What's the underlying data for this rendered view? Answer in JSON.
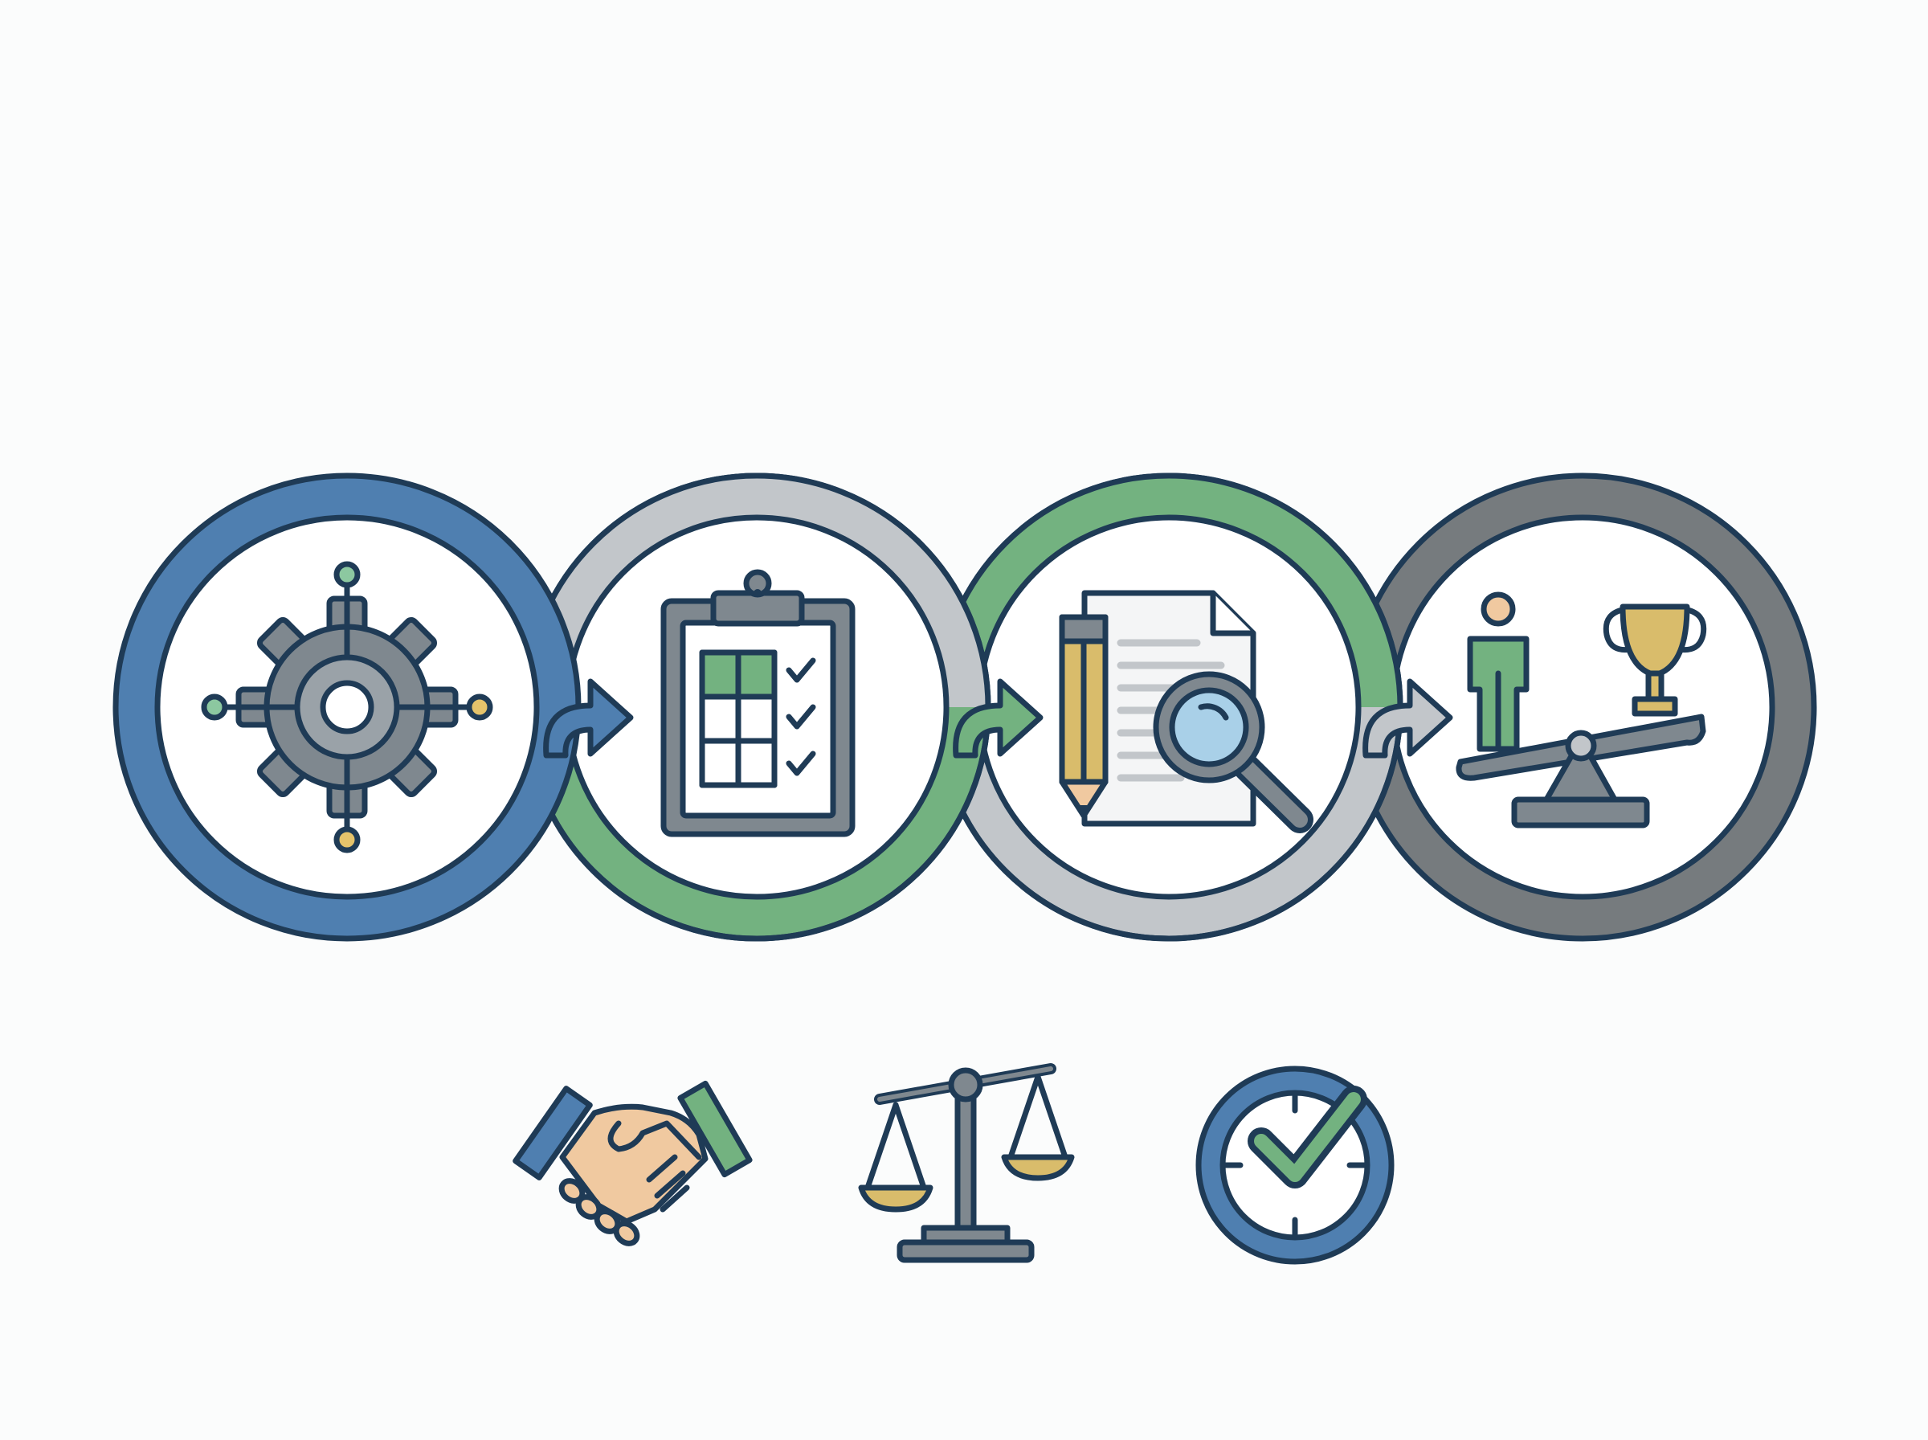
{
  "colors": {
    "background": "#fbfcfc",
    "outline": "#1f3b56",
    "blue": "#4f7fb0",
    "green": "#73b280",
    "silver": "#c2c6ca",
    "gray": "#767b7e",
    "gear": "#7f888f",
    "gold": "#d9bc6b",
    "skin": "#f0c9a0",
    "paper": "#f4f5f6",
    "lens": "#a9d0e8",
    "yellow_dot": "#e5c36b",
    "green_dot": "#8cc8a0"
  },
  "process_steps": [
    {
      "icon": "gear-network-icon",
      "ring_color": "blue",
      "arc_color": "green"
    },
    {
      "icon": "clipboard-checklist-icon",
      "ring_color": "silver",
      "arc_color": "green"
    },
    {
      "icon": "document-review-icon",
      "ring_color": "green",
      "arc_color": "silver"
    },
    {
      "icon": "person-trophy-balance-icon",
      "ring_color": "gray",
      "arc_color": "gray"
    }
  ],
  "connectors": [
    "arrow-right-icon",
    "arrow-right-icon",
    "arrow-right-icon"
  ],
  "bottom_icons": [
    "handshake-icon",
    "justice-scale-icon",
    "clock-check-icon"
  ]
}
